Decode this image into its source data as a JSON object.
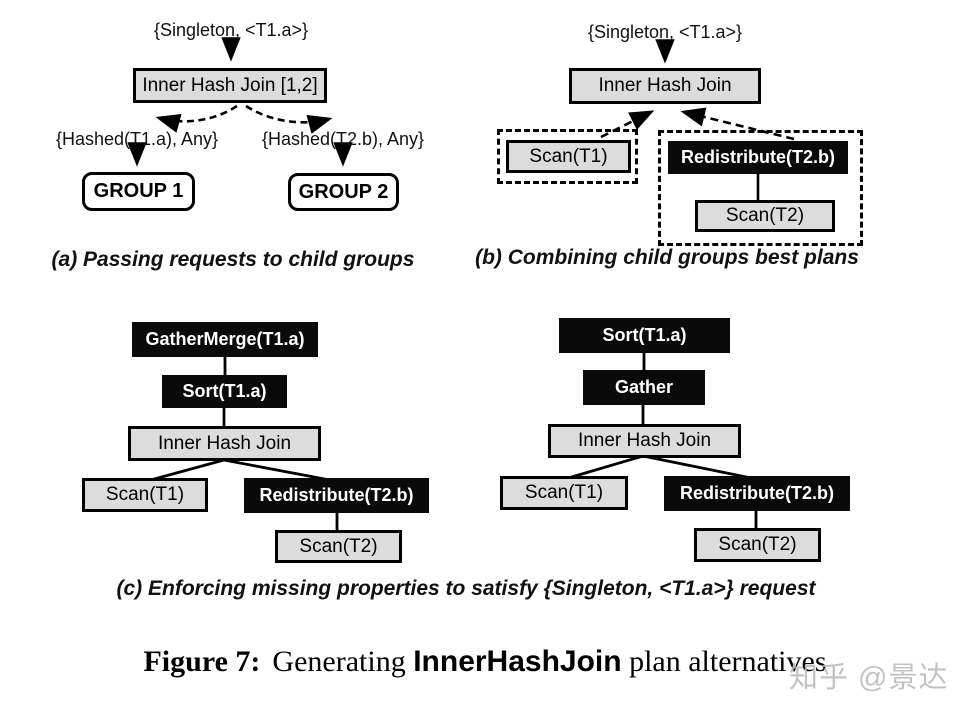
{
  "colors": {
    "node_fill_gray": "#dcdcdc",
    "node_fill_black": "#0a0a0a",
    "node_border": "#000000",
    "node_text_on_black": "#ffffff",
    "watermark_gray": "#b9b9b9",
    "background": "#ffffff"
  },
  "panel_a": {
    "caption": "(a) Passing requests to child groups",
    "request": "{Singleton, <T1.a>}",
    "join": "Inner Hash Join [1,2]",
    "left_request": "{Hashed(T1.a), Any}",
    "right_request": "{Hashed(T2.b), Any}",
    "group1": "GROUP 1",
    "group2": "GROUP 2"
  },
  "panel_b": {
    "caption": "(b) Combining child groups best plans",
    "request": "{Singleton, <T1.a>}",
    "join": "Inner Hash Join",
    "scan_t1": "Scan(T1)",
    "redistribute": "Redistribute(T2.b)",
    "scan_t2": "Scan(T2)"
  },
  "panel_c": {
    "caption": "(c) Enforcing missing properties to satisfy {Singleton, <T1.a>} request",
    "left_tree": {
      "root": "GatherMerge(T1.a)",
      "node2": "Sort(T1.a)",
      "join": "Inner Hash Join",
      "scan_t1": "Scan(T1)",
      "redistribute": "Redistribute(T2.b)",
      "scan_t2": "Scan(T2)"
    },
    "right_tree": {
      "root": "Sort(T1.a)",
      "node2": "Gather",
      "join": "Inner Hash Join",
      "scan_t1": "Scan(T1)",
      "redistribute": "Redistribute(T2.b)",
      "scan_t2": "Scan(T2)"
    }
  },
  "figure_caption": {
    "label": "Figure 7:",
    "text_before": "Generating",
    "operator": "InnerHashJoin",
    "text_after": "plan alternatives"
  },
  "watermark": "知乎 @景达"
}
